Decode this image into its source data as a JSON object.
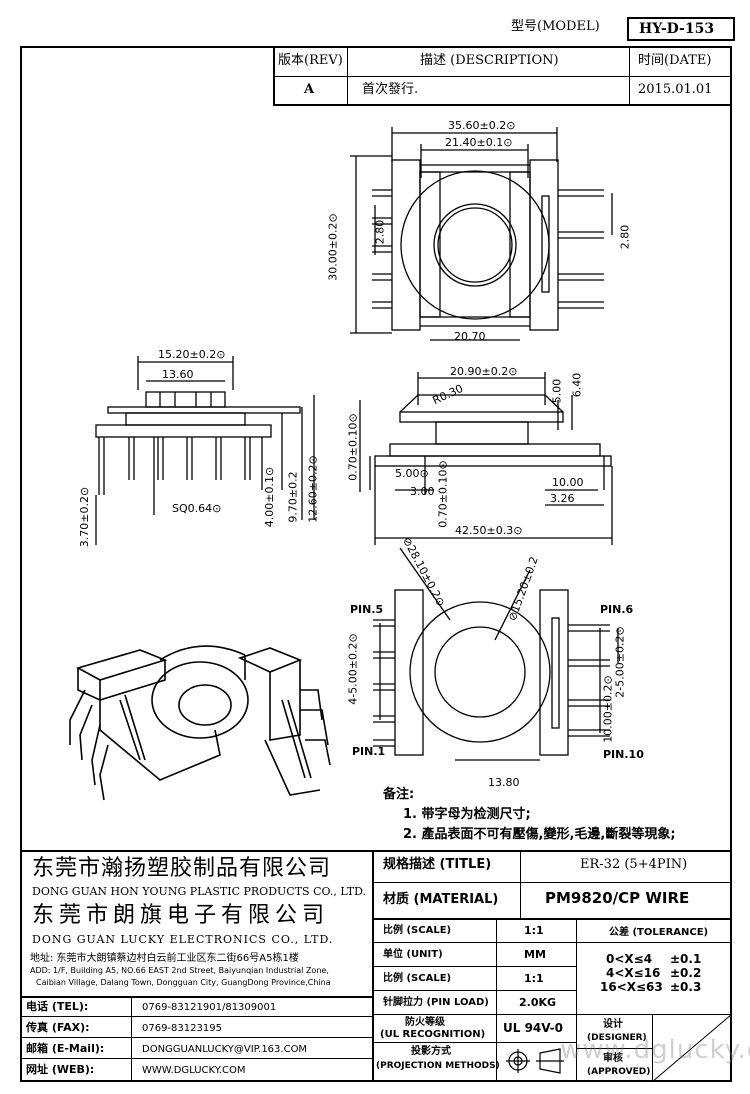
{
  "header": {
    "model_label": "型号(MODEL)",
    "model_value": "HY-D-153"
  },
  "revision_table": {
    "headers": {
      "rev": "版本(REV)",
      "desc": "描述 (DESCRIPTION)",
      "date": "时间(DATE)"
    },
    "rows": [
      {
        "rev": "A",
        "desc": "首次發行.",
        "date": "2015.01.01"
      }
    ]
  },
  "dimensions": {
    "top_view": {
      "width_outer": "35.60±0.2⊙",
      "width_inner": "21.40±0.1⊙",
      "height": "30.00±0.2⊙",
      "pitch_left": "2.80",
      "pitch_right": "2.80",
      "bottom_width": "20.70"
    },
    "side_view": {
      "width_outer": "15.20±0.2⊙",
      "width_inner": "13.60",
      "pin_square": "SQ0.64⊙",
      "h1": "3.70±0.2⊙",
      "h2": "4.00±0.1⊙",
      "h3": "9.70±0.2",
      "h4": "12.60±0.2⊙"
    },
    "front_view": {
      "flange_width": "20.90±0.2⊙",
      "radius": "R0.30",
      "h1": "5.00",
      "h2": "6.40",
      "h3": "0.70±0.10⊙",
      "h4": "0.70±0.10⊙",
      "w1": "5.00⊙",
      "w2": "3.00",
      "w3": "10.00",
      "w4": "3.26",
      "overall_width": "42.50±0.3⊙"
    },
    "bottom_view": {
      "outer_dia": "⊘28.10±0.2⊙",
      "inner_dia": "⊘15.20±0.2",
      "pitch_left": "4-5.00±0.2⊙",
      "pitch_right": "2-5.00±0.2⊙",
      "span_right": "10.00±0.2⊙",
      "bottom_width": "13.80",
      "pin_labels": [
        "PIN.5",
        "PIN.6",
        "PIN.1",
        "PIN.10"
      ]
    }
  },
  "notes": {
    "title": "备注:",
    "items": [
      "1. 带字母为检测尺寸;",
      "2. 產品表面不可有壓傷,變形,毛邊,斷裂等現象;"
    ]
  },
  "company": {
    "name_cn_1": "东莞市瀚扬塑胶制品有限公司",
    "name_en_1": "DONG GUAN HON YOUNG PLASTIC PRODUCTS CO., LTD.",
    "name_cn_2": "东莞市朗旗电子有限公司",
    "name_en_2": "DONG GUAN LUCKY ELECTRONICS CO., LTD.",
    "address_cn": "地址: 东莞市大朗镇蔡边村白云前工业区东二街66号A5栋1楼",
    "address_en_1": "ADD: 1/F, Building A5, NO.66 EAST 2nd Street, Baiyunqian Industrial Zone,",
    "address_en_2": "Caibian Village, Dalang Town, Dongguan City, GuangDong Province,China"
  },
  "contact": [
    {
      "label": "电话 (TEL):",
      "value": "0769-83121901/81309001"
    },
    {
      "label": "传真 (FAX):",
      "value": "0769-83123195"
    },
    {
      "label": "邮箱 (E-Mail):",
      "value": "DONGGUANLUCKY@VIP.163.COM"
    },
    {
      "label": "网址 (WEB):",
      "value": "WWW.DGLUCKY.COM"
    }
  ],
  "spec": {
    "title_label": "规格描述 (TITLE)",
    "title_value": "ER-32 (5+4PIN)",
    "material_label": "材质 (MATERIAL)",
    "material_value": "PM9820/CP WIRE",
    "rows": [
      {
        "label": "比例 (SCALE)",
        "value": "1:1"
      },
      {
        "label": "单位 (UNIT)",
        "value": "MM"
      },
      {
        "label": "比例 (SCALE)",
        "value": "1:1"
      },
      {
        "label": "针脚拉力 (PIN LOAD)",
        "value": "2.0KG"
      }
    ],
    "ul_label_1": "防火等级",
    "ul_label_2": "(UL RECOGNITION)",
    "ul_value": "UL 94V-0",
    "proj_label_1": "投影方式",
    "proj_label_2": "(PROJECTION METHODS)",
    "tolerance_label": "公差 (TOLERANCE)",
    "tolerances": [
      {
        "range": "0<X≤4",
        "value": "±0.1"
      },
      {
        "range": "4<X≤16",
        "value": "±0.2"
      },
      {
        "range": "16<X≤63",
        "value": "±0.3"
      }
    ],
    "designer_1": "设计",
    "designer_2": "(DESIGNER)",
    "approved_1": "审核",
    "approved_2": "(APPROVED)"
  },
  "watermark": "www.dglucky.com"
}
